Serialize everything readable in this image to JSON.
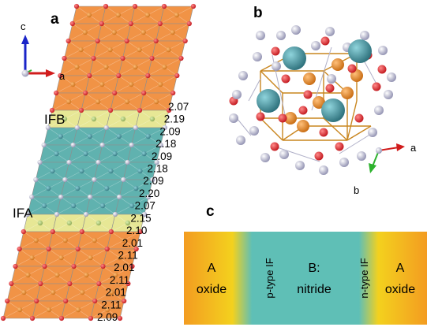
{
  "panels": {
    "a": {
      "label": "a",
      "axis_c": "c",
      "axis_a": "a",
      "interface_labels": [
        "IFB",
        "IFA"
      ],
      "bond_lengths": [
        "2.07",
        "2.19",
        "2.09",
        "2.18",
        "2.09",
        "2.18",
        "2.09",
        "2.20",
        "2.07",
        "2.15",
        "2.10",
        "2.01",
        "2.11",
        "2.01",
        "2.11",
        "2.01",
        "2.11",
        "2.09"
      ]
    },
    "b": {
      "label": "b",
      "axis_a": "a",
      "axis_b": "b"
    },
    "c": {
      "label": "c",
      "regions": {
        "left_oxide": [
          "A",
          "oxide"
        ],
        "p_if": "p-type  IF",
        "nitride": [
          "B:",
          "nitride"
        ],
        "n_if": "n-type  IF",
        "right_oxide": [
          "A",
          "oxide"
        ]
      }
    }
  },
  "colors": {
    "oxide_orange": "#f08a2e",
    "interface_yellow": "#e8e78a",
    "nitride_teal": "#4fb3b0",
    "oxygen_red": "#d9252a",
    "nitrogen_gray": "#a9a9c6",
    "metal_teal": "#3f8f9c"
  }
}
